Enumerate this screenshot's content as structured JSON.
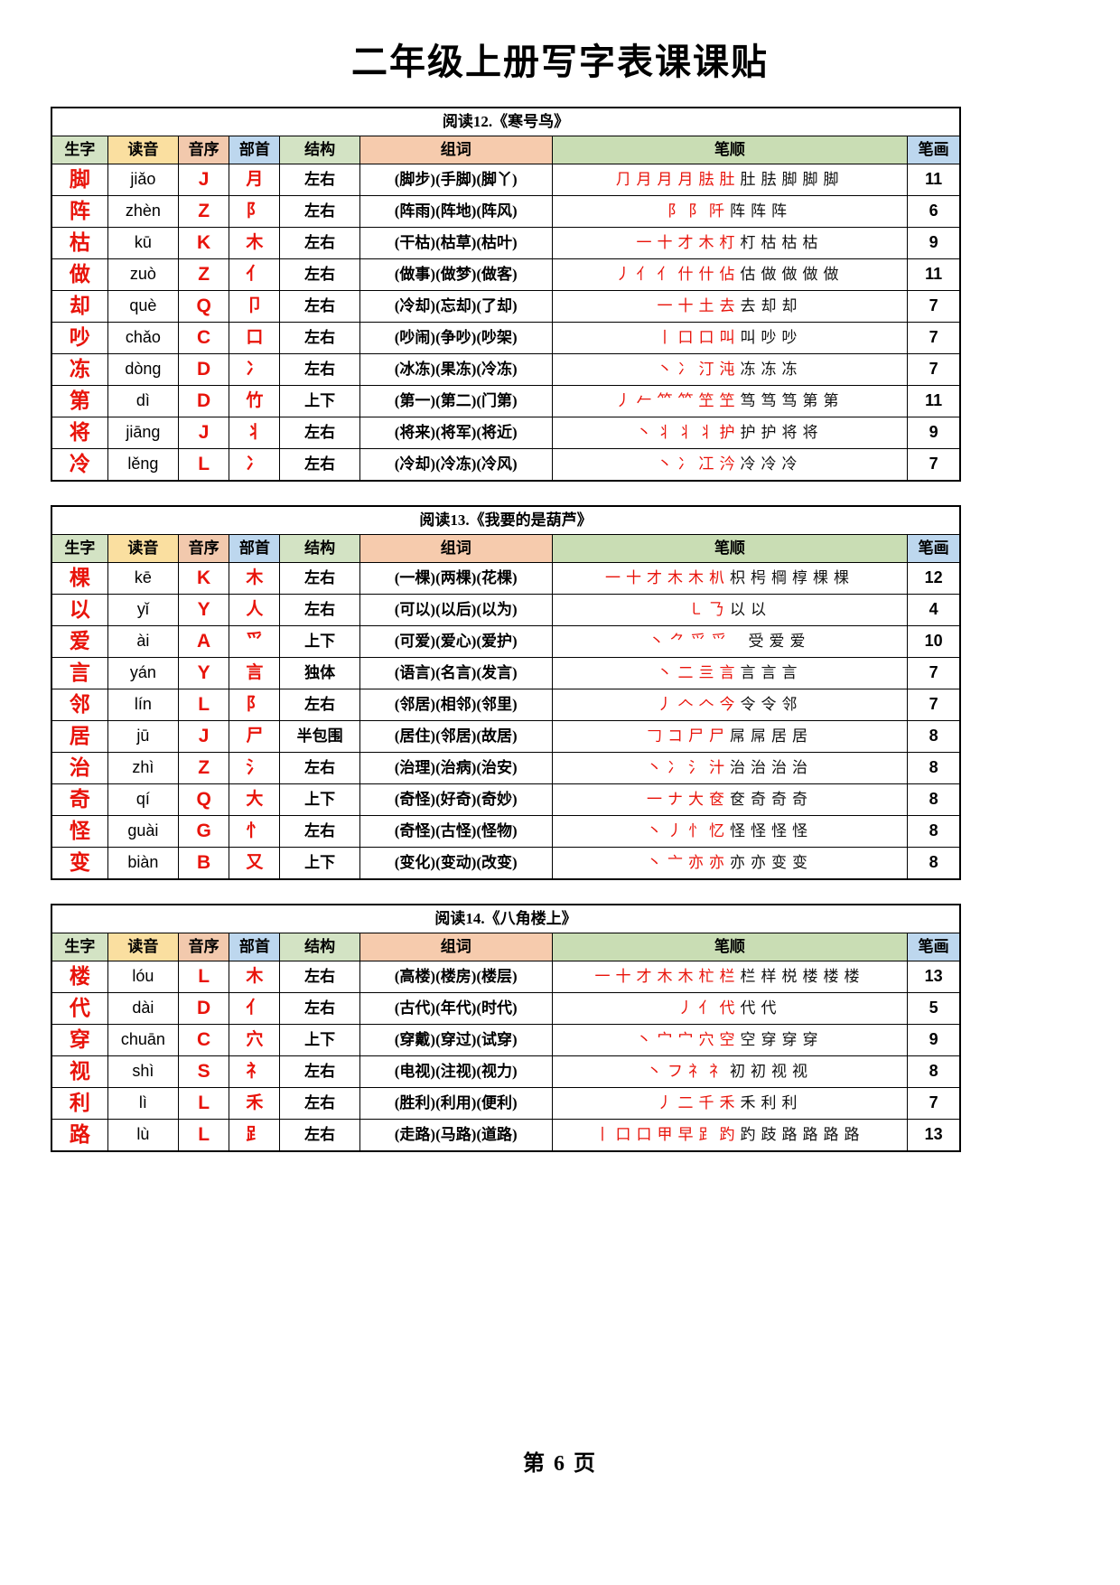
{
  "title": "二年级上册写字表课课贴",
  "footer": "第 6 页",
  "columns": {
    "character": "生字",
    "pinyin": "读音",
    "initial": "音序",
    "radical": "部首",
    "structure": "结构",
    "words": "组词",
    "stroke_order": "笔顺",
    "stroke_count": "笔画"
  },
  "colors": {
    "character_red": "#e8130a",
    "header_character": "#d3e3c4",
    "header_pinyin": "#fadfa0",
    "header_initial": "#f2c9ad",
    "header_radical": "#bdd7ee",
    "header_structure": "#d3e3c4",
    "header_words": "#f6cbad",
    "header_stroke_order": "#c9ddb4",
    "header_stroke_count": "#bdd7ee"
  },
  "tables": [
    {
      "lesson": "阅读12.《寒号鸟》",
      "rows": [
        {
          "character": "脚",
          "pinyin": "jiǎo",
          "initial": "J",
          "radical": "月",
          "structure": "左右",
          "words": "(脚步)(手脚)(脚丫)",
          "stroke_order": "⺆ 月 月 月 胠 肚 肚 胠 脚 脚 脚",
          "stroke_count": "11"
        },
        {
          "character": "阵",
          "pinyin": "zhèn",
          "initial": "Z",
          "radical": "阝",
          "structure": "左右",
          "words": "(阵雨)(阵地)(阵风)",
          "stroke_order": "⻖ 阝 阡 阵 阵 阵",
          "stroke_count": "6"
        },
        {
          "character": "枯",
          "pinyin": "kū",
          "initial": "K",
          "radical": "木",
          "structure": "左右",
          "words": "(干枯)(枯草)(枯叶)",
          "stroke_order": "一 十 才 木 朾 朾 枯 枯 枯",
          "stroke_count": "9"
        },
        {
          "character": "做",
          "pinyin": "zuò",
          "initial": "Z",
          "radical": "亻",
          "structure": "左右",
          "words": "(做事)(做梦)(做客)",
          "stroke_order": "丿 亻 亻 什 什 佔 估 做 做 做 做",
          "stroke_count": "11"
        },
        {
          "character": "却",
          "pinyin": "què",
          "initial": "Q",
          "radical": "卩",
          "structure": "左右",
          "words": "(冷却)(忘却)(了却)",
          "stroke_order": "一 十 土 去 去 却 却",
          "stroke_count": "7"
        },
        {
          "character": "吵",
          "pinyin": "chǎo",
          "initial": "C",
          "radical": "口",
          "structure": "左右",
          "words": "(吵闹)(争吵)(吵架)",
          "stroke_order": "丨 口 口 叫 叫 吵 吵",
          "stroke_count": "7"
        },
        {
          "character": "冻",
          "pinyin": "dòng",
          "initial": "D",
          "radical": "冫",
          "structure": "左右",
          "words": "(冰冻)(果冻)(冷冻)",
          "stroke_order": "丶 冫 汀 沌 冻 冻 冻",
          "stroke_count": "7"
        },
        {
          "character": "第",
          "pinyin": "dì",
          "initial": "D",
          "radical": "竹",
          "structure": "上下",
          "words": "(第一)(第二)(门第)",
          "stroke_order": "丿 𠂉 ⺮ ⺮ 笁 笁 笃 笃 笃 第 第",
          "stroke_count": "11"
        },
        {
          "character": "将",
          "pinyin": "jiāng",
          "initial": "J",
          "radical": "丬",
          "structure": "左右",
          "words": "(将来)(将军)(将近)",
          "stroke_order": "丶 丬 丬 丬 护 护 护 将 将",
          "stroke_count": "9"
        },
        {
          "character": "冷",
          "pinyin": "lěng",
          "initial": "L",
          "radical": "冫",
          "structure": "左右",
          "words": "(冷却)(冷冻)(冷风)",
          "stroke_order": "丶 冫 冮 汵 冷 冷 冷",
          "stroke_count": "7"
        }
      ]
    },
    {
      "lesson": "阅读13.《我要的是葫芦》",
      "rows": [
        {
          "character": "棵",
          "pinyin": "kē",
          "initial": "K",
          "radical": "木",
          "structure": "左右",
          "words": "(一棵)(两棵)(花棵)",
          "stroke_order": "一 十 才 木 木 朳 枳 枵 棡 椁 棵 棵",
          "stroke_count": "12"
        },
        {
          "character": "以",
          "pinyin": "yǐ",
          "initial": "Y",
          "radical": "人",
          "structure": "左右",
          "words": "(可以)(以后)(以为)",
          "stroke_order": "㇄ 𠄎 以 以",
          "stroke_count": "4"
        },
        {
          "character": "爱",
          "pinyin": "ài",
          "initial": "A",
          "radical": "爫",
          "structure": "上下",
          "words": "(可爱)(爱心)(爱护)",
          "stroke_order": "丶 ⺈ 爫 爫 𫞈 𫞑 𫞑 受 爱 爱",
          "stroke_count": "10"
        },
        {
          "character": "言",
          "pinyin": "yán",
          "initial": "Y",
          "radical": "言",
          "structure": "独体",
          "words": "(语言)(名言)(发言)",
          "stroke_order": "丶 二 亖 言 言 言 言",
          "stroke_count": "7"
        },
        {
          "character": "邻",
          "pinyin": "lín",
          "initial": "L",
          "radical": "阝",
          "structure": "左右",
          "words": "(邻居)(相邻)(邻里)",
          "stroke_order": "丿 𠆢 𠆢 今 令 令 邻",
          "stroke_count": "7"
        },
        {
          "character": "居",
          "pinyin": "jū",
          "initial": "J",
          "radical": "尸",
          "structure": "半包围",
          "words": "(居住)(邻居)(故居)",
          "stroke_order": "𠃌 コ 尸 尸 屌 屌 居 居",
          "stroke_count": "8"
        },
        {
          "character": "治",
          "pinyin": "zhì",
          "initial": "Z",
          "radical": "氵",
          "structure": "左右",
          "words": "(治理)(治病)(治安)",
          "stroke_order": "丶 冫 氵 汁 治 治 治 治",
          "stroke_count": "8"
        },
        {
          "character": "奇",
          "pinyin": "qí",
          "initial": "Q",
          "radical": "大",
          "structure": "上下",
          "words": "(奇怪)(好奇)(奇妙)",
          "stroke_order": "一 ナ 大 奁 奁 奇 奇 奇",
          "stroke_count": "8"
        },
        {
          "character": "怪",
          "pinyin": "guài",
          "initial": "G",
          "radical": "忄",
          "structure": "左右",
          "words": "(奇怪)(古怪)(怪物)",
          "stroke_order": "丶 丿 忄 忆 怪 怪 怪 怪",
          "stroke_count": "8"
        },
        {
          "character": "变",
          "pinyin": "biàn",
          "initial": "B",
          "radical": "又",
          "structure": "上下",
          "words": "(变化)(变动)(改变)",
          "stroke_order": "丶 亠 亦 亦 亦 亦 变 变",
          "stroke_count": "8"
        }
      ]
    },
    {
      "lesson": "阅读14.《八角楼上》",
      "rows": [
        {
          "character": "楼",
          "pinyin": "lóu",
          "initial": "L",
          "radical": "木",
          "structure": "左右",
          "words": "(高楼)(楼房)(楼层)",
          "stroke_order": "一 十 才 木 木 杧 栏 栏 样 棁 楼 楼 楼",
          "stroke_count": "13"
        },
        {
          "character": "代",
          "pinyin": "dài",
          "initial": "D",
          "radical": "亻",
          "structure": "左右",
          "words": "(古代)(年代)(时代)",
          "stroke_order": "丿 亻 代 代 代",
          "stroke_count": "5"
        },
        {
          "character": "穿",
          "pinyin": "chuān",
          "initial": "C",
          "radical": "穴",
          "structure": "上下",
          "words": "(穿戴)(穿过)(试穿)",
          "stroke_order": "丶 宀 宀 穴 空 空 穿 穿 穿",
          "stroke_count": "9"
        },
        {
          "character": "视",
          "pinyin": "shì",
          "initial": "S",
          "radical": "礻",
          "structure": "左右",
          "words": "(电视)(注视)(视力)",
          "stroke_order": "丶 フ 礻 礻 初 初 视 视",
          "stroke_count": "8"
        },
        {
          "character": "利",
          "pinyin": "lì",
          "initial": "L",
          "radical": "禾",
          "structure": "左右",
          "words": "(胜利)(利用)(便利)",
          "stroke_order": "丿 二 千 禾 禾 利 利",
          "stroke_count": "7"
        },
        {
          "character": "路",
          "pinyin": "lù",
          "initial": "L",
          "radical": "𧾷",
          "structure": "左右",
          "words": "(走路)(马路)(道路)",
          "stroke_order": "丨 口 口 甲 早 𧾷 趵 趵 跂 路 路 路 路",
          "stroke_count": "13"
        }
      ]
    }
  ]
}
